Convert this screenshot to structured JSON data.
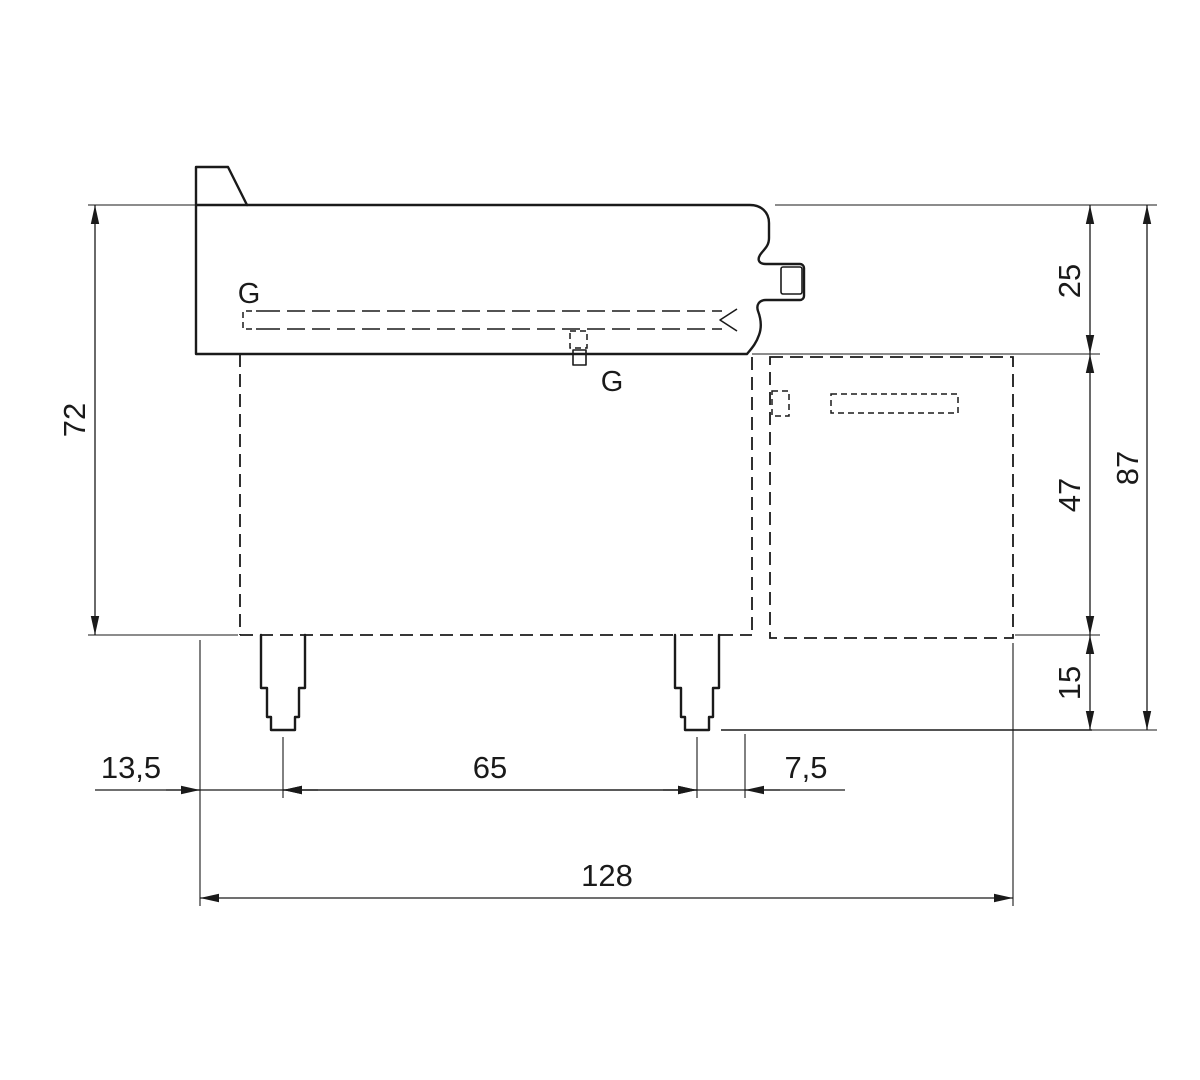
{
  "drawing": {
    "kind": "technical dimension drawing",
    "view": "side elevation of kitchen appliance on refrigerated base",
    "line_color": "#1a1a1a",
    "background_color": "#ffffff",
    "labels": {
      "gas_connection_top": "G",
      "gas_connection_bottom": "G"
    },
    "dimensions": {
      "body_height": "72",
      "top_section_height": "25",
      "base_section_height": "47",
      "overall_height": "87",
      "plinth_height": "15",
      "front_overhang": "13,5",
      "leg_spacing": "65",
      "rear_offset": "7,5",
      "overall_depth": "128"
    }
  }
}
